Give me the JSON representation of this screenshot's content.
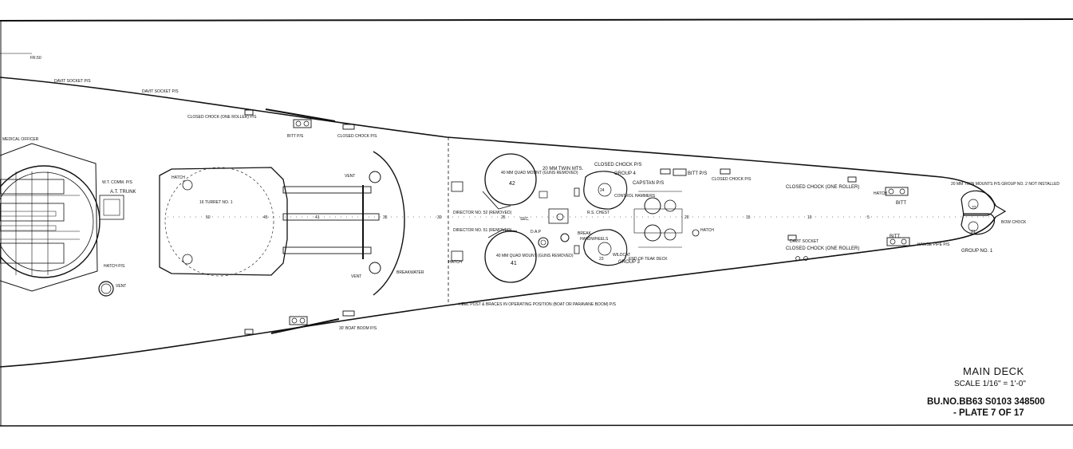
{
  "plate": {
    "title": "MAIN DECK",
    "scale": "SCALE 1/16\" = 1'-0\"",
    "bu_no": "BU.NO.BB63 S0103 348500",
    "plate": "- PLATE 7 OF 17"
  },
  "labels": {
    "davit_socket_p": "DAVIT SOCKET P/S",
    "davit_socket_2": "DAVIT SOCKET P/S",
    "closed_chock_rollers": "CLOSED CHOCK (ONE ROLLER) P/S",
    "bitt_ps": "BITT P/S",
    "closed_chock_ps": "CLOSED CHOCK P/S",
    "medical_officer": "MEDICAL OFFICER",
    "wt_comm": "W.T. COMM. P/S",
    "trunk": "A.T. TRUNK",
    "turret": "16 TURRET NO. 1",
    "hatch_top": "HATCH",
    "hatch_bottom": "HATCH P/S",
    "vent_top": "VENT",
    "vent_bottom": "VENT",
    "vent_left": "VENT",
    "breakwater": "BREAKWATER",
    "director_52": "DIRECTOR NO. 52 (REMOVED)",
    "director_51": "DIRECTOR NO. 51 (REMOVED)",
    "quad_mount_top": "40 MM QUAD MOUNT (GUNS REMOVED)",
    "quad_mount_bottom": "40 MM QUAD MOUNT (GUNS REMOVED)",
    "twin_mts": "20 MM TWIN MTS.",
    "closed_chock_top": "CLOSED CHOCK P/S",
    "group4": "GROUP 4",
    "group3": "GROUP 3",
    "capstan": "CAPSTAN P/S",
    "control_hammers": "CONTROL HAMMERS",
    "ra_chest": "R.S. CHEST",
    "wildcat": "WILDCAT",
    "end_of_teak": "END OF TEAK DECK",
    "bitt_top": "BITT P/S",
    "closed_chock_right": "CLOSED CHOCK P/S",
    "closed_chock_one": "CLOSED CHOCK (ONE ROLLER)",
    "davit_socket_right": "DAVIT SOCKET",
    "hatch_right": "HATCH",
    "bitt_right_top": "BITT",
    "bitt_right_bottom": "BITT",
    "twin_mounts_note": "20 MM TWIN MOUNTS P/S GROUP NO. 2 NOT INSTALLED",
    "bow_chock": "BOW CHOCK",
    "hawse_pipe": "HAWSE PIPE P/S",
    "group_no1": "GROUP NO. 1",
    "boat_boom": "30' BOAT BOOM P/S",
    "boom_stowed": "HEEL POST & BRACES IN OPERATING POSITION (BOAT OR PARAVANE BOOM) P/S",
    "handwheels": "HANDWHEELS",
    "d_ap": "D.A.P",
    "sec": "SEC.",
    "hatch_mid": "HATCH",
    "ready_box": "BREAK",
    "frame_numbers": [
      "50",
      "45",
      "41",
      "35",
      "30",
      "25",
      "20",
      "15",
      "10",
      "5"
    ]
  },
  "mount_numbers": {
    "m42": "42",
    "m41": "41",
    "m24": "24",
    "m23": "23",
    "m22": "22",
    "m21": "21"
  }
}
